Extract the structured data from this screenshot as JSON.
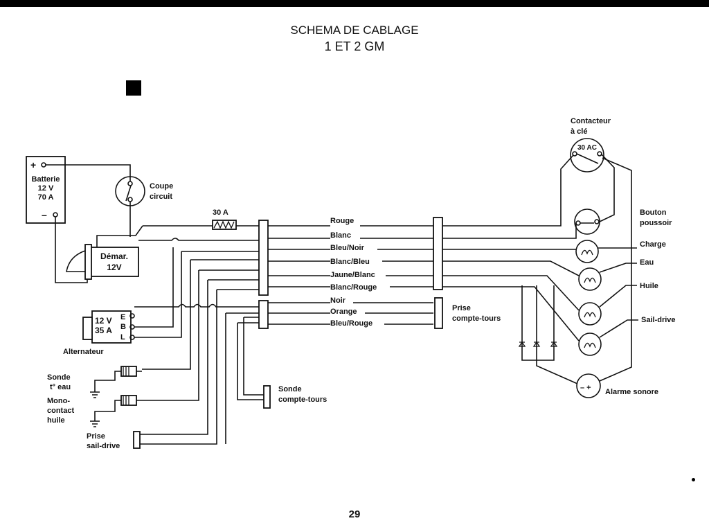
{
  "title": {
    "line1": "SCHEMA DE CABLAGE",
    "line2": "1 ET 2 GM"
  },
  "page_number": "29",
  "battery": {
    "plus": "+",
    "name": "Batterie",
    "voltage": "12 V",
    "capacity": "70 A",
    "minus": "–"
  },
  "coupe_circuit": {
    "line1": "Coupe",
    "line2": "circuit"
  },
  "fuse": {
    "label": "30 A"
  },
  "starter": {
    "line1": "Démar.",
    "line2": "12V"
  },
  "alternator": {
    "voltage": "12 V",
    "current": "35 A",
    "term_e": "E",
    "term_b": "B",
    "term_l": "L",
    "name": "Alternateur"
  },
  "sonde_eau": {
    "line1": "Sonde",
    "line2": "t° eau"
  },
  "mono_contact": {
    "line1": "Mono-",
    "line2": "contact",
    "line3": "huile"
  },
  "prise_saildrive_left": {
    "line1": "Prise",
    "line2": "sail-drive"
  },
  "sonde_compte_tours": {
    "line1": "Sonde",
    "line2": "compte-tours"
  },
  "prise_compte_tours": {
    "line1": "Prise",
    "line2": "compte-tours"
  },
  "contacteur": {
    "line1": "Contacteur",
    "line2": "à clé",
    "inner": "30 AC"
  },
  "wires": [
    "Rouge",
    "Blanc",
    "Bleu/Noir",
    "Blanc/Bleu",
    "Jaune/Blanc",
    "Blanc/Rouge",
    "Noir",
    "Orange",
    "Bleu/Rouge"
  ],
  "panel": {
    "bouton_line1": "Bouton",
    "bouton_line2": "poussoir",
    "charge": "Charge",
    "eau": "Eau",
    "huile": "Huile",
    "saildrive": "Sail-drive",
    "alarme": "Alarme sonore",
    "alarm_signs": "– +"
  },
  "colors": {
    "ink": "#111111",
    "paper": "#ffffff"
  }
}
